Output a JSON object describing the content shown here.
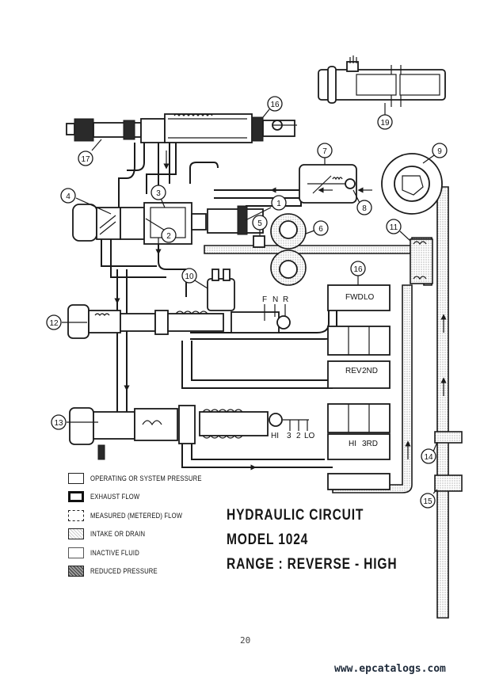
{
  "document": {
    "title_lines": [
      "HYDRAULIC CIRCUIT",
      "MODEL 1024",
      "RANGE : REVERSE - HIGH"
    ],
    "page_number": "20",
    "watermark": "www.epcatalogs.com"
  },
  "legend": {
    "items": [
      {
        "key": "operating",
        "label": "OPERATING OR SYSTEM PRESSURE"
      },
      {
        "key": "exhaust",
        "label": "EXHAUST FLOW"
      },
      {
        "key": "metered",
        "label": "MEASURED (METERED) FLOW"
      },
      {
        "key": "intake",
        "label": "INTAKE OR DRAIN"
      },
      {
        "key": "inactive",
        "label": "INACTIVE FLUID"
      },
      {
        "key": "reduced",
        "label": "REDUCED PRESSURE"
      }
    ]
  },
  "callouts": {
    "c1": "1",
    "c2": "2",
    "c3": "3",
    "c4": "4",
    "c5": "5",
    "c6": "6",
    "c7": "7",
    "c8": "8",
    "c9": "9",
    "c10": "10",
    "c11": "11",
    "c12": "12",
    "c13": "13",
    "c14": "14",
    "c15": "15",
    "c16a": "16",
    "c16b": "16",
    "c17": "17",
    "c19": "19"
  },
  "selector_labels": {
    "direction": [
      "F",
      "N",
      "R"
    ],
    "range": [
      "HI",
      "3",
      "2",
      "LO"
    ]
  },
  "clutch_labels": {
    "fwd": "FWD",
    "lo": "LO",
    "rev": "REV",
    "second": "2ND",
    "hi": "HI",
    "third": "3RD"
  }
}
